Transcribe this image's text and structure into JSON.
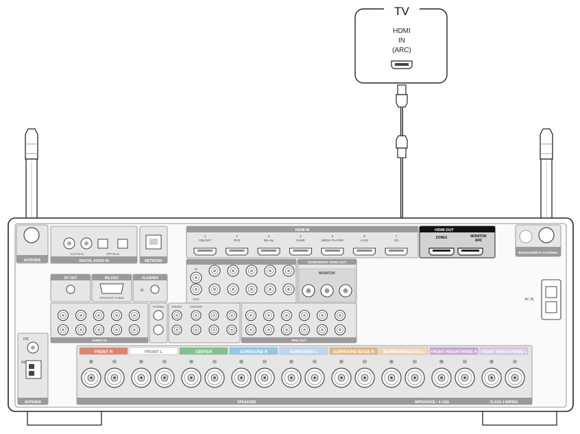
{
  "tv": {
    "title": "TV",
    "port_line1": "HDMI",
    "port_line2": "IN",
    "port_line3": "(ARC)"
  },
  "receiver": {
    "hdmi_in_label": "HDMI IN",
    "hdmi_inputs": [
      "1",
      "2",
      "3",
      "4",
      "5",
      "6",
      "7"
    ],
    "hdmi_input_names": [
      "CBL/SAT",
      "DVD",
      "Blu-ray",
      "GAME",
      "MEDIA PLAYER",
      "AUX2",
      "CD"
    ],
    "hdmi_out_label": "HDMI OUT",
    "zone2_label": "ZONE2",
    "monitor_arc_line1": "MONITOR",
    "monitor_arc_line2": "ARC",
    "network_label": "NETWORK",
    "digital_audio_label": "DIGITAL AUDIO IN",
    "coaxial_label": "COAXIAL",
    "optical_label": "OPTICAL",
    "dc_out_label": "DC OUT",
    "rs232c_label": "RS-232C",
    "straight_cable_label": "STRAIGHT CABLE",
    "flasher_label": "FLASHER",
    "in_label": "IN",
    "out_label": "OUT",
    "component_video_out_label": "COMPONENT VIDEO OUT",
    "monitor_label": "MONITOR",
    "audio_in_label": "AUDIO IN",
    "phono_label": "PHONO",
    "front_label": "FRONT",
    "center_label": "CENTER",
    "pre_out_label": "PRE OUT",
    "ac_in_label": "AC IN",
    "fm_label": "FM",
    "am_label": "AM",
    "antenna_label": "ANTENNA",
    "bluetooth_antenna_label": "Bluetooth/Wi-Fi ANTENNA",
    "speakers_label": "SPEAKERS",
    "impedance_label": "IMPEDANCE : 4~16Ω",
    "class2_label": "CLASS 2 WIRING",
    "speaker_groups": [
      "FRONT R",
      "FRONT L",
      "CENTER",
      "SURROUND R",
      "SURROUND L",
      "SURROUND BACK R",
      "SURROUND BACK L",
      "FRONT HEIGHT/WIDE R",
      "FRONT HEIGHT/WIDE L"
    ],
    "speaker_colors": [
      "#e2826a",
      "#ffffff",
      "#7fc48b",
      "#8ec9ea",
      "#bcd7ee",
      "#e9b67e",
      "#f3d7b7",
      "#c9a2d8",
      "#dac9e7"
    ]
  }
}
